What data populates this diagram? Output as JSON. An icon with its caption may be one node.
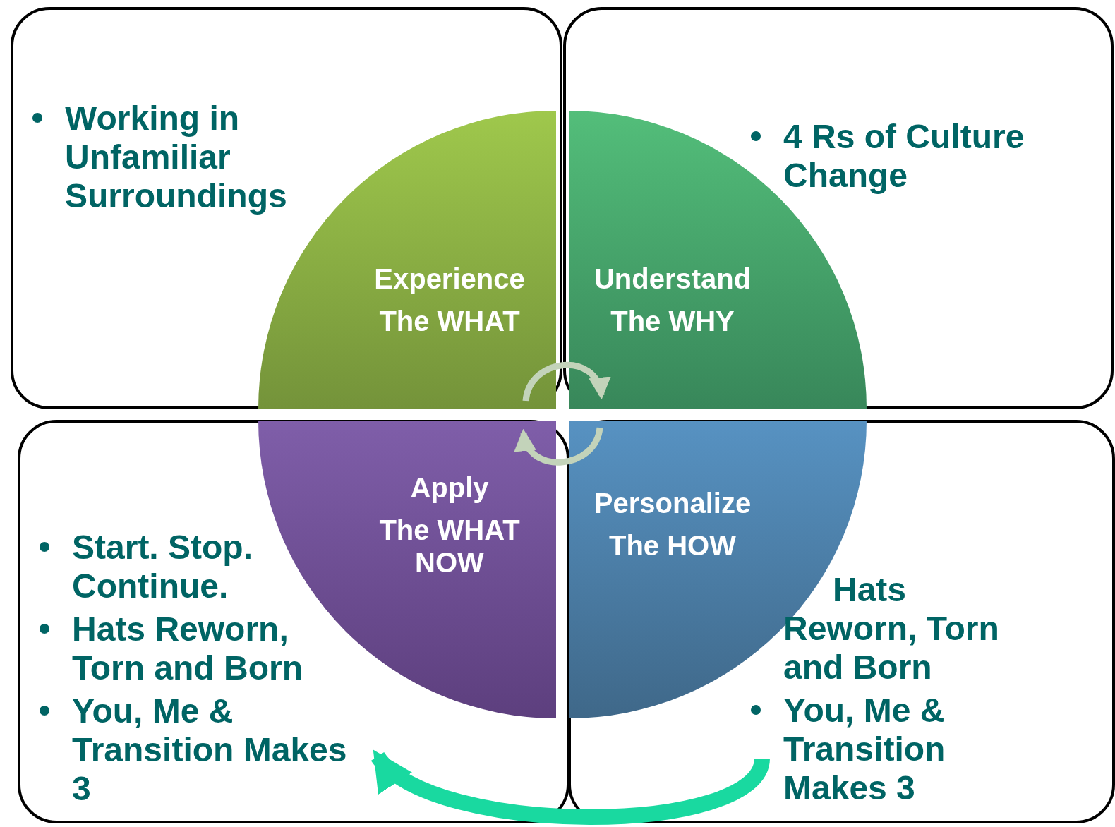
{
  "diagram": {
    "nodes": [
      {
        "text": [
          "Working in Unfamiliar Surroundings"
        ]
      },
      {
        "text": [
          "4 Rs of Culture Change"
        ]
      },
      {
        "text": [
          "Start. Stop. Continue.",
          "Hats Reworn, Torn and Born",
          "You, Me & Transition Makes 3"
        ]
      },
      {
        "text": [
          "Hats Reworn, Torn and Born",
          "You, Me & Transition Makes 3"
        ]
      },
      {
        "text": [
          "Experience",
          "The WHAT"
        ],
        "in": 0
      },
      {
        "text": [
          "Understand",
          "The WHY"
        ],
        "in": 1
      },
      {
        "text": [
          "Apply",
          "The WHAT NOW"
        ],
        "in": 2
      },
      {
        "text": [
          "Personalize",
          "The HOW"
        ],
        "in": 3
      }
    ],
    "edges": [
      {
        "from": 4,
        "to": 5,
        "arrow": "to"
      },
      {
        "from": 7,
        "to": 6,
        "arrow": "to"
      },
      {
        "from": 3,
        "to": 2,
        "arrow": "to",
        "style": "thick",
        "color": "#19d9a0"
      }
    ]
  }
}
